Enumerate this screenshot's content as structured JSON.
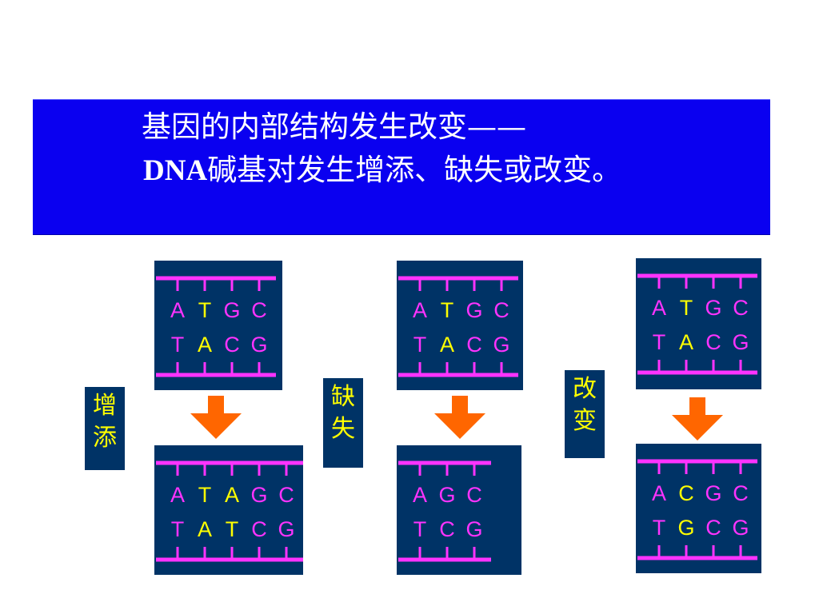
{
  "title": {
    "line1": "基因的内部结构发生改变——",
    "line2_dna": "DNA",
    "line2_rest": "碱基对发生增添、缺失或改变。"
  },
  "colors": {
    "title_bg": "#0a00f0",
    "box_bg": "#003366",
    "rail": "#ff33ff",
    "base_normal": "#ff33ff",
    "base_highlight": "#ffff00",
    "arrow": "#ff6600",
    "label_text": "#ffff00"
  },
  "mutations": [
    {
      "label": [
        "增",
        "添"
      ],
      "before": {
        "top": [
          {
            "b": "A",
            "hl": false
          },
          {
            "b": "T",
            "hl": true
          },
          {
            "b": "G",
            "hl": false
          },
          {
            "b": "C",
            "hl": false
          }
        ],
        "bottom": [
          {
            "b": "T",
            "hl": false
          },
          {
            "b": "A",
            "hl": true
          },
          {
            "b": "C",
            "hl": false
          },
          {
            "b": "G",
            "hl": false
          }
        ]
      },
      "after": {
        "top": [
          {
            "b": "A",
            "hl": false
          },
          {
            "b": "T",
            "hl": true
          },
          {
            "b": "A",
            "hl": true
          },
          {
            "b": "G",
            "hl": false
          },
          {
            "b": "C",
            "hl": false
          }
        ],
        "bottom": [
          {
            "b": "T",
            "hl": false
          },
          {
            "b": "A",
            "hl": true
          },
          {
            "b": "T",
            "hl": true
          },
          {
            "b": "C",
            "hl": false
          },
          {
            "b": "G",
            "hl": false
          }
        ]
      }
    },
    {
      "label": [
        "缺",
        "失"
      ],
      "before": {
        "top": [
          {
            "b": "A",
            "hl": false
          },
          {
            "b": "T",
            "hl": true
          },
          {
            "b": "G",
            "hl": false
          },
          {
            "b": "C",
            "hl": false
          }
        ],
        "bottom": [
          {
            "b": "T",
            "hl": false
          },
          {
            "b": "A",
            "hl": true
          },
          {
            "b": "C",
            "hl": false
          },
          {
            "b": "G",
            "hl": false
          }
        ]
      },
      "after": {
        "top": [
          {
            "b": "A",
            "hl": false
          },
          {
            "b": "G",
            "hl": false
          },
          {
            "b": "C",
            "hl": false
          }
        ],
        "bottom": [
          {
            "b": "T",
            "hl": false
          },
          {
            "b": "C",
            "hl": false
          },
          {
            "b": "G",
            "hl": false
          }
        ]
      }
    },
    {
      "label": [
        "改",
        "变"
      ],
      "before": {
        "top": [
          {
            "b": "A",
            "hl": false
          },
          {
            "b": "T",
            "hl": true
          },
          {
            "b": "G",
            "hl": false
          },
          {
            "b": "C",
            "hl": false
          }
        ],
        "bottom": [
          {
            "b": "T",
            "hl": false
          },
          {
            "b": "A",
            "hl": true
          },
          {
            "b": "C",
            "hl": false
          },
          {
            "b": "G",
            "hl": false
          }
        ]
      },
      "after": {
        "top": [
          {
            "b": "A",
            "hl": false
          },
          {
            "b": "C",
            "hl": true
          },
          {
            "b": "G",
            "hl": false
          },
          {
            "b": "C",
            "hl": false
          }
        ],
        "bottom": [
          {
            "b": "T",
            "hl": false
          },
          {
            "b": "G",
            "hl": true
          },
          {
            "b": "C",
            "hl": false
          },
          {
            "b": "G",
            "hl": false
          }
        ]
      }
    }
  ]
}
